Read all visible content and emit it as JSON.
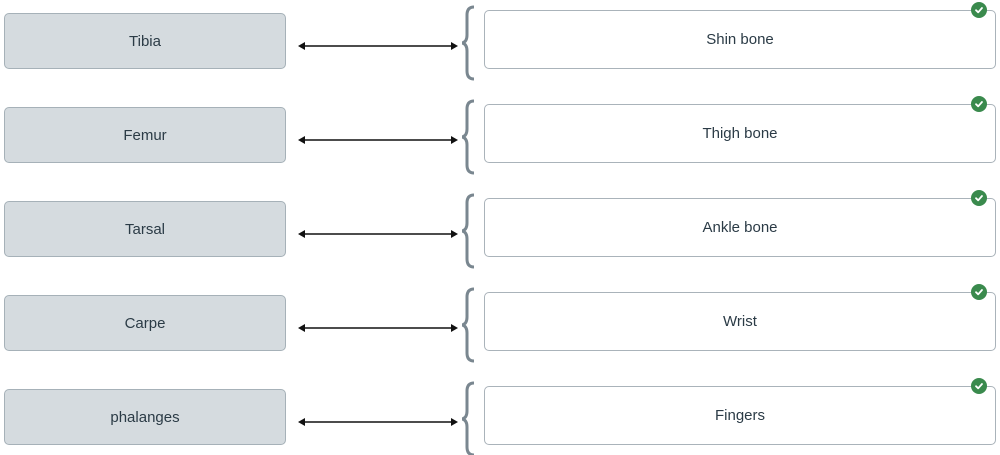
{
  "pairs": [
    {
      "term": "Tibia",
      "answer": "Shin bone",
      "status_icon": "check-circle-icon",
      "correct": true
    },
    {
      "term": "Femur",
      "answer": "Thigh bone",
      "status_icon": "check-circle-icon",
      "correct": true
    },
    {
      "term": "Tarsal",
      "answer": "Ankle bone",
      "status_icon": "check-circle-icon",
      "correct": true
    },
    {
      "term": "Carpe",
      "answer": "Wrist",
      "status_icon": "check-circle-icon",
      "correct": true
    },
    {
      "term": "phalanges",
      "answer": "Fingers",
      "status_icon": "check-circle-icon",
      "correct": true
    }
  ],
  "colors": {
    "term_bg": "#d5dbdf",
    "term_border": "#a6b1b8",
    "answer_border": "#aab3ba",
    "text": "#2b3b46",
    "correct_badge": "#3a8a4d",
    "bracket": "#7a8790",
    "arrow": "#111111"
  }
}
